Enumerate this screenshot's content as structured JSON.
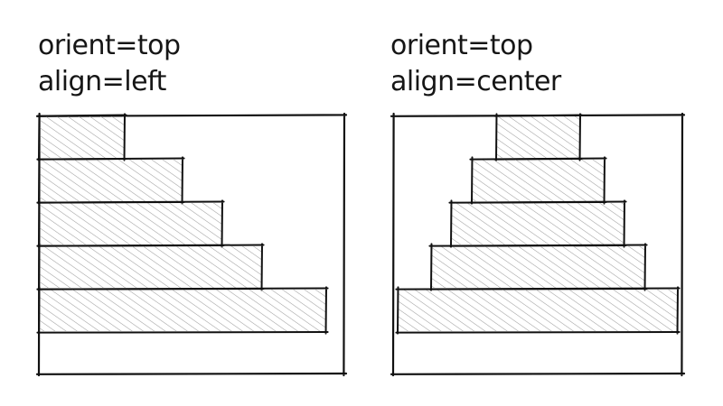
{
  "panels": [
    {
      "id": "left",
      "orient_label": "orient=top",
      "align_label": "align=left",
      "align": "left",
      "bar_widths": [
        0.28,
        0.47,
        0.6,
        0.73,
        0.94
      ]
    },
    {
      "id": "center",
      "orient_label": "orient=top",
      "align_label": "align=center",
      "align": "center",
      "bar_widths": [
        0.29,
        0.46,
        0.6,
        0.74,
        0.97
      ]
    }
  ],
  "colors": {
    "stroke": "#111111",
    "hatch": "#9e9e9e",
    "background": "#ffffff"
  }
}
